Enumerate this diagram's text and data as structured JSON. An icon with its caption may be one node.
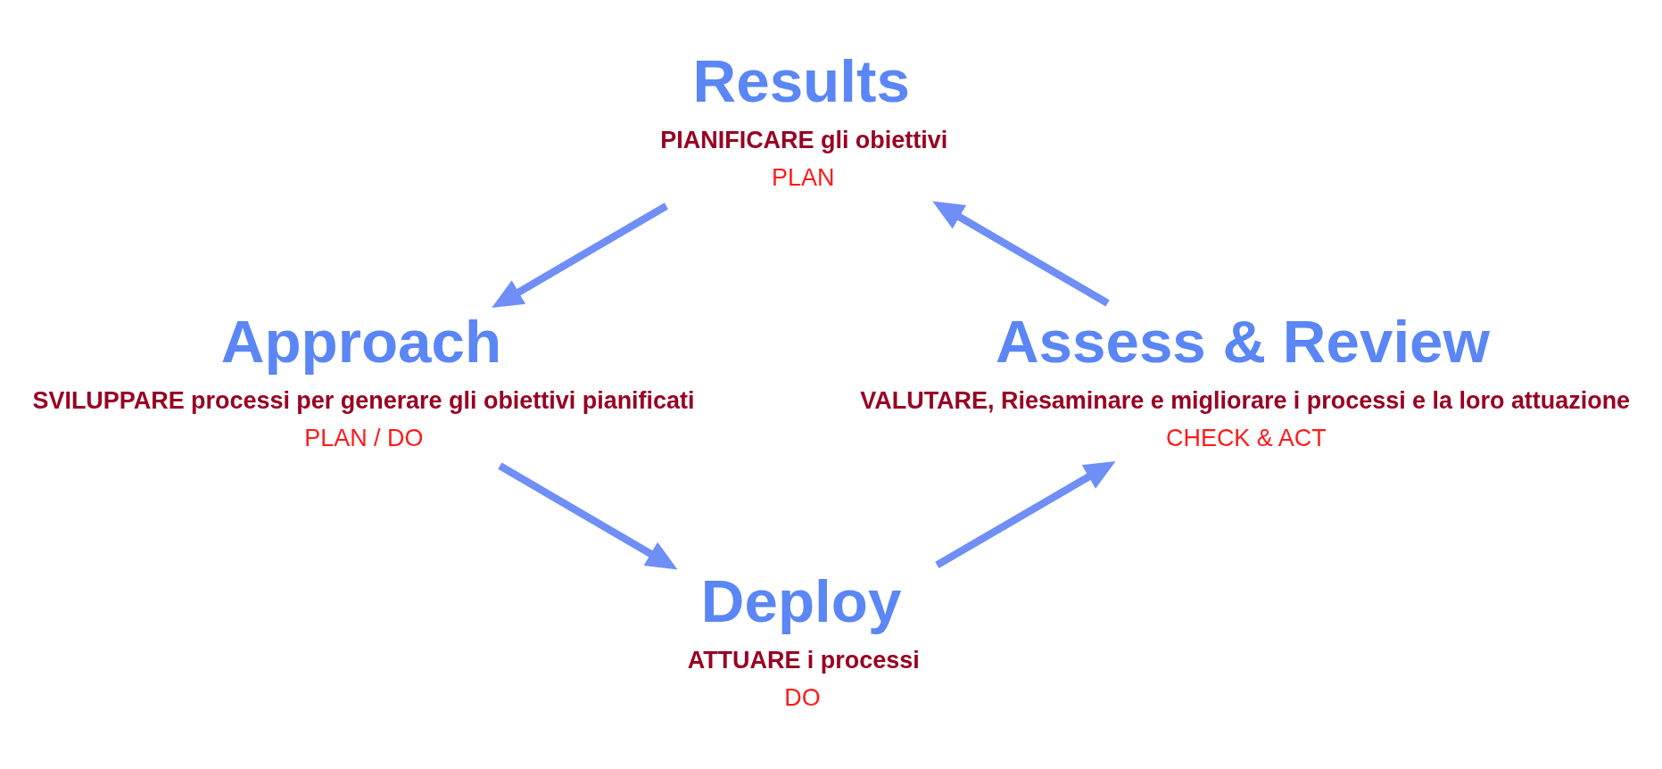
{
  "diagram": {
    "nodes": [
      {
        "text": [
          "Results"
        ],
        "beside": [
          "PIANIFICARE gli obiettivi",
          "PLAN"
        ]
      },
      {
        "text": [
          "Approach"
        ],
        "beside": [
          "SVILUPPARE processi per generare gli obiettivi pianificati",
          "PLAN / DO"
        ]
      },
      {
        "text": [
          "Deploy"
        ],
        "beside": [
          "ATTUARE i processi",
          "DO"
        ]
      },
      {
        "text": [
          "Assess & Review"
        ],
        "beside": [
          "VALUTARE, Riesaminare e migliorare i processi e la loro attuazione",
          "CHECK & ACT"
        ]
      }
    ],
    "edges": [
      {
        "from": 0,
        "to": 1,
        "arrow": "to"
      },
      {
        "from": 1,
        "to": 2,
        "arrow": "to"
      },
      {
        "from": 2,
        "to": 3,
        "arrow": "to"
      },
      {
        "from": 3,
        "to": 0,
        "arrow": "to"
      }
    ]
  }
}
